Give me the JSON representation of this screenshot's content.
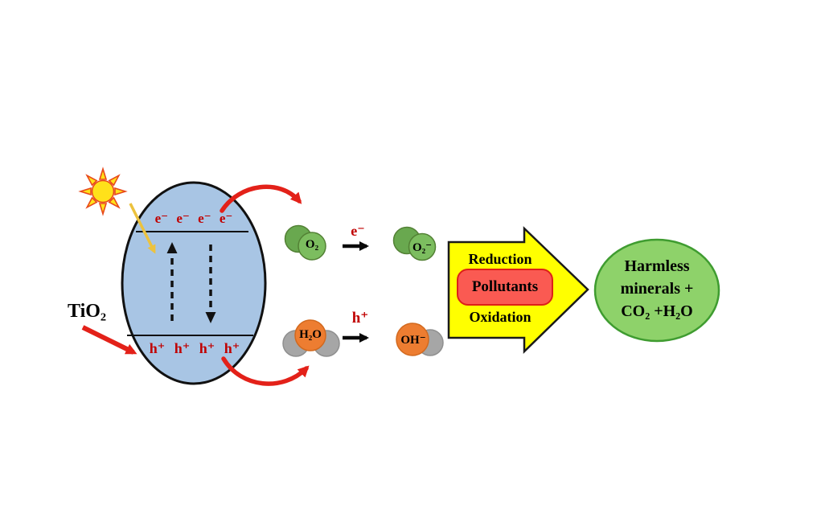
{
  "diagram": {
    "catalyst_label": "TiO₂",
    "particle": {
      "electrons": "e⁻ e⁻ e⁻ e⁻",
      "holes": "h⁺ h⁺ h⁺ h⁺"
    },
    "reduction_pathway": {
      "reactant": "O₂",
      "carrier": "e⁻",
      "product": "O₂⁻"
    },
    "oxidation_pathway": {
      "reactant": "H₂O",
      "carrier": "h⁺",
      "product": "OH⁻"
    },
    "process_arrow": {
      "top": "Reduction",
      "center": "Pollutants",
      "bottom": "Oxidation"
    },
    "result": {
      "lines": [
        "Harmless",
        "minerals +",
        "CO₂ +H₂O"
      ]
    },
    "icons": [
      "sun-icon"
    ],
    "colors": {
      "particle_fill": "#a8c5e4",
      "charge_text": "#c00000",
      "arrow_red": "#e32119",
      "process_arrow_fill": "#ffff00",
      "pollutants_fill": "#fa5a52",
      "result_fill": "#8ed26a",
      "molecule_green_back": "#69a84f",
      "molecule_green_front": "#7cbd5f",
      "molecule_orange": "#ed7d31",
      "molecule_gray": "#a6a6a6",
      "sun_gold": "#ecc23e"
    }
  }
}
